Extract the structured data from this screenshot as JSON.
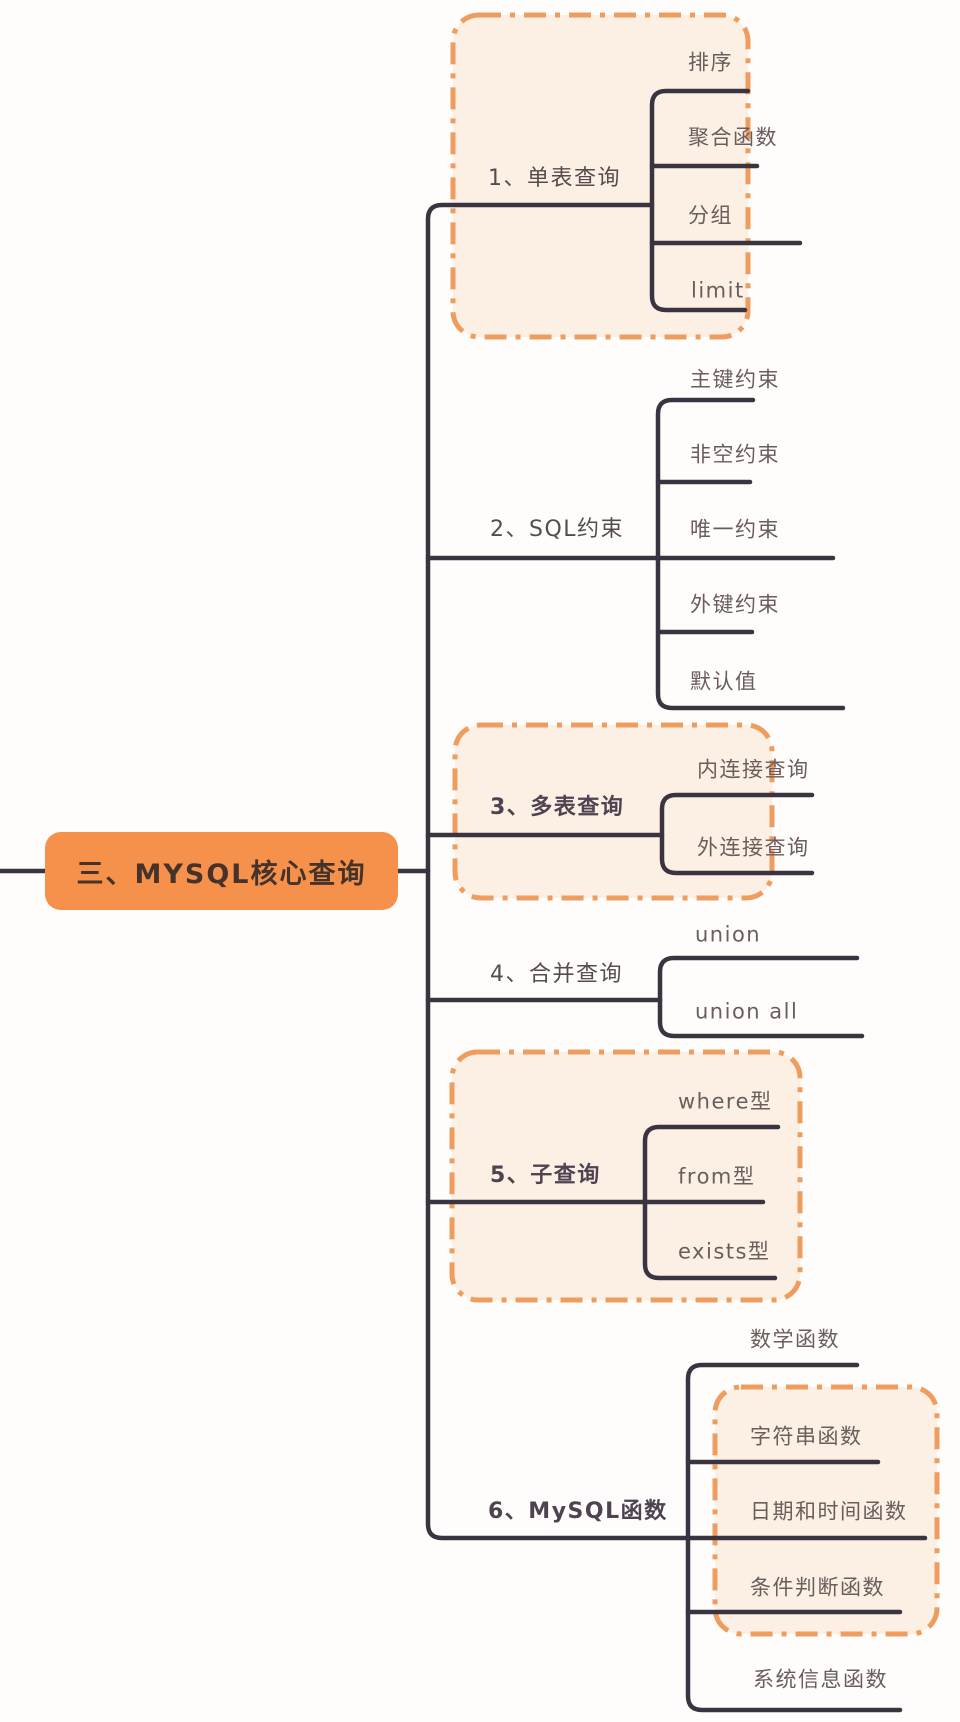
{
  "root": {
    "label": "三、MYSQL核心查询"
  },
  "branches": [
    {
      "label": "1、单表查询",
      "highlighted": true,
      "children": [
        {
          "label": "排序"
        },
        {
          "label": "聚合函数"
        },
        {
          "label": "分组"
        },
        {
          "label": "limit"
        }
      ]
    },
    {
      "label": "2、SQL约束",
      "highlighted": false,
      "children": [
        {
          "label": "主键约束"
        },
        {
          "label": "非空约束"
        },
        {
          "label": "唯一约束"
        },
        {
          "label": "外键约束"
        },
        {
          "label": "默认值"
        }
      ]
    },
    {
      "label": "3、多表查询",
      "highlighted": true,
      "children": [
        {
          "label": "内连接查询"
        },
        {
          "label": "外连接查询"
        }
      ]
    },
    {
      "label": "4、合并查询",
      "highlighted": false,
      "children": [
        {
          "label": "union"
        },
        {
          "label": "union all"
        }
      ]
    },
    {
      "label": "5、子查询",
      "highlighted": true,
      "children": [
        {
          "label": "where型"
        },
        {
          "label": "from型"
        },
        {
          "label": "exists型"
        }
      ]
    },
    {
      "label": "6、MySQL函数",
      "highlighted": false,
      "children": [
        {
          "label": "数学函数"
        },
        {
          "label": "字符串函数"
        },
        {
          "label": "日期和时间函数"
        },
        {
          "label": "条件判断函数"
        },
        {
          "label": "系统信息函数"
        }
      ],
      "highlighted_children": [
        "字符串函数",
        "日期和时间函数",
        "条件判断函数"
      ]
    }
  ],
  "colors": {
    "root_fill": "#F5914A",
    "root_text": "#45332B",
    "highlight_fill": "#FCEFE4",
    "highlight_border": "#EF9D5F",
    "connector_line": "#3A3340",
    "branch_text": "#574B4D",
    "child_text": "#6B5D5B"
  }
}
